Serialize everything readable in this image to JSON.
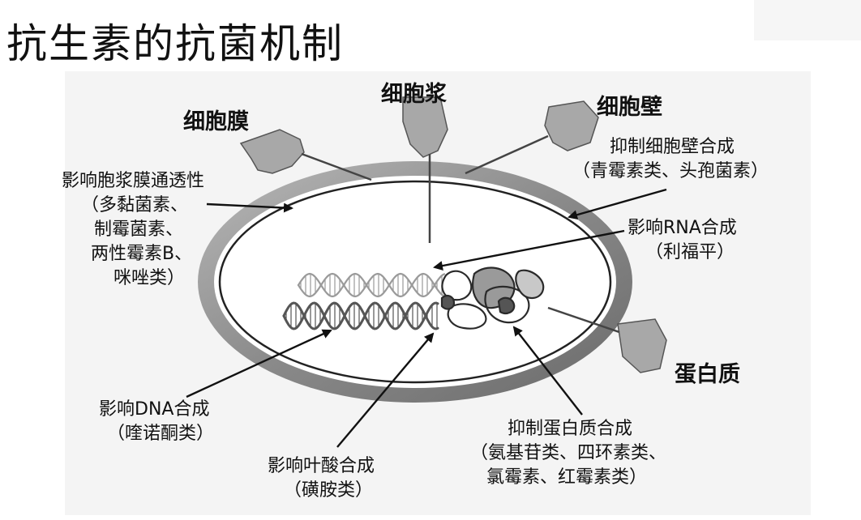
{
  "title": "抗生素的抗菌机制",
  "parts": {
    "membrane": "细胞膜",
    "cytoplasm": "细胞浆",
    "wall": "细胞壁",
    "protein": "蛋白质"
  },
  "mechanisms": {
    "membrane": [
      "影响胞浆膜通透性",
      "（多黏菌素、",
      "制霉菌素、",
      "两性霉素B、",
      "咪唑类）"
    ],
    "wall": [
      "抑制细胞壁合成",
      "（青霉素类、头孢菌素）"
    ],
    "rna": [
      "影响RNA合成",
      "（利福平）"
    ],
    "dna": [
      "影响DNA合成",
      "（喹诺酮类）"
    ],
    "folate": [
      "影响叶酸合成",
      "（磺胺类）"
    ],
    "protein": [
      "抑制蛋白质合成",
      "（氨基苷类、四环素类、",
      "氯霉素、红霉素类）"
    ]
  }
}
